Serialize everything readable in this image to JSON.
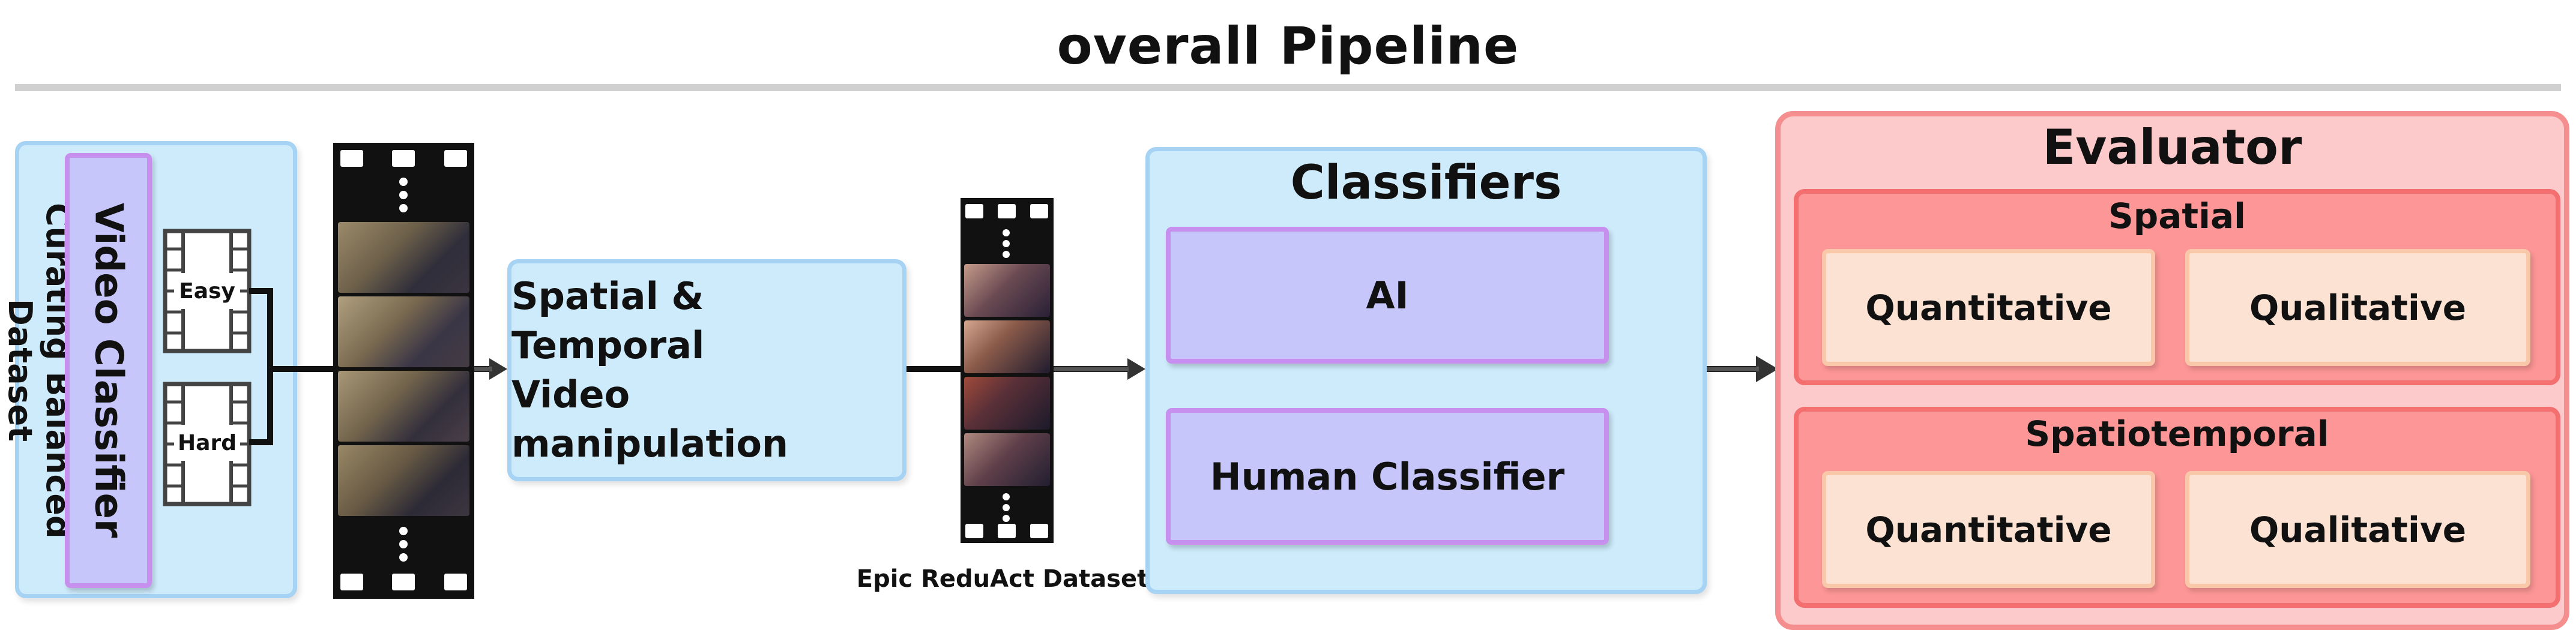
{
  "title": "overall Pipeline",
  "curating": {
    "label": "Curating Balanced Dataset",
    "classifier_label": "Video Classifier",
    "easy_label": "Easy",
    "hard_label": "Hard"
  },
  "manipulation": {
    "label_line1": "Spatial & Temporal",
    "label_line2": "Video manipulation"
  },
  "dataset_caption": "Epic ReduAct Dataset",
  "classifiers": {
    "title": "Classifiers",
    "ai_label": "AI",
    "human_label": "Human Classifier"
  },
  "evaluator": {
    "title": "Evaluator",
    "spatial": {
      "title": "Spatial",
      "quantitative": "Quantitative",
      "qualitative": "Qualitative"
    },
    "spatiotemporal": {
      "title": "Spatiotemporal",
      "quantitative": "Quantitative",
      "qualitative": "Qualitative"
    }
  },
  "colors": {
    "blue_fill": "#cdebfb",
    "blue_border": "#a6d2f3",
    "purple_fill": "#c6c6fb",
    "purple_border": "#c890ee",
    "pink_fill": "#fccaca",
    "red_fill": "#fd9696",
    "peach_fill": "#fbe2d2"
  },
  "icons": [
    "film-icon",
    "filmstrip-icon",
    "arrow-icon"
  ]
}
